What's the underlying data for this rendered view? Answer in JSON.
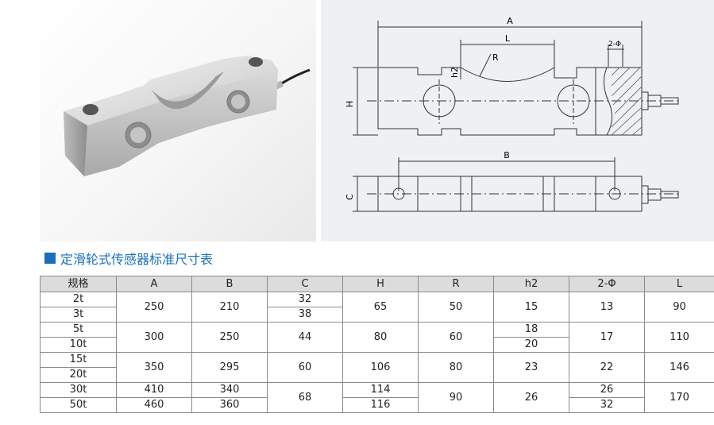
{
  "section_title": "定滑轮式传感器标准尺寸表",
  "drawing": {
    "top_view": {
      "A": "A",
      "L": "L",
      "R": "R",
      "h2": "h2",
      "H": "H",
      "phi": "2-Φ"
    },
    "bottom_view": {
      "B": "B",
      "C": "C"
    }
  },
  "table": {
    "headers": [
      "规格",
      "A",
      "B",
      "C",
      "H",
      "R",
      "h2",
      "2-Φ",
      "L"
    ],
    "rows": [
      {
        "spec": "2t",
        "A": "250",
        "B": "210",
        "C": "32",
        "H": "65",
        "R": "50",
        "h2": "15",
        "phi": "13",
        "L": "90"
      },
      {
        "spec": "3t",
        "A": "250",
        "B": "210",
        "C": "38",
        "H": "65",
        "R": "50",
        "h2": "15",
        "phi": "13",
        "L": "90"
      },
      {
        "spec": "5t",
        "A": "300",
        "B": "250",
        "C": "44",
        "H": "80",
        "R": "60",
        "h2": "18",
        "phi": "17",
        "L": "110"
      },
      {
        "spec": "10t",
        "A": "300",
        "B": "250",
        "C": "44",
        "H": "80",
        "R": "60",
        "h2": "20",
        "phi": "17",
        "L": "110"
      },
      {
        "spec": "15t",
        "A": "350",
        "B": "295",
        "C": "60",
        "H": "106",
        "R": "80",
        "h2": "23",
        "phi": "22",
        "L": "146"
      },
      {
        "spec": "20t",
        "A": "350",
        "B": "295",
        "C": "60",
        "H": "106",
        "R": "80",
        "h2": "23",
        "phi": "22",
        "L": "146"
      },
      {
        "spec": "30t",
        "A": "410",
        "B": "340",
        "C": "68",
        "H": "114",
        "R": "90",
        "h2": "26",
        "phi": "26",
        "L": "170"
      },
      {
        "spec": "50t",
        "A": "460",
        "B": "360",
        "C": "68",
        "H": "116",
        "R": "90",
        "h2": "26",
        "phi": "32",
        "L": "170"
      }
    ]
  }
}
